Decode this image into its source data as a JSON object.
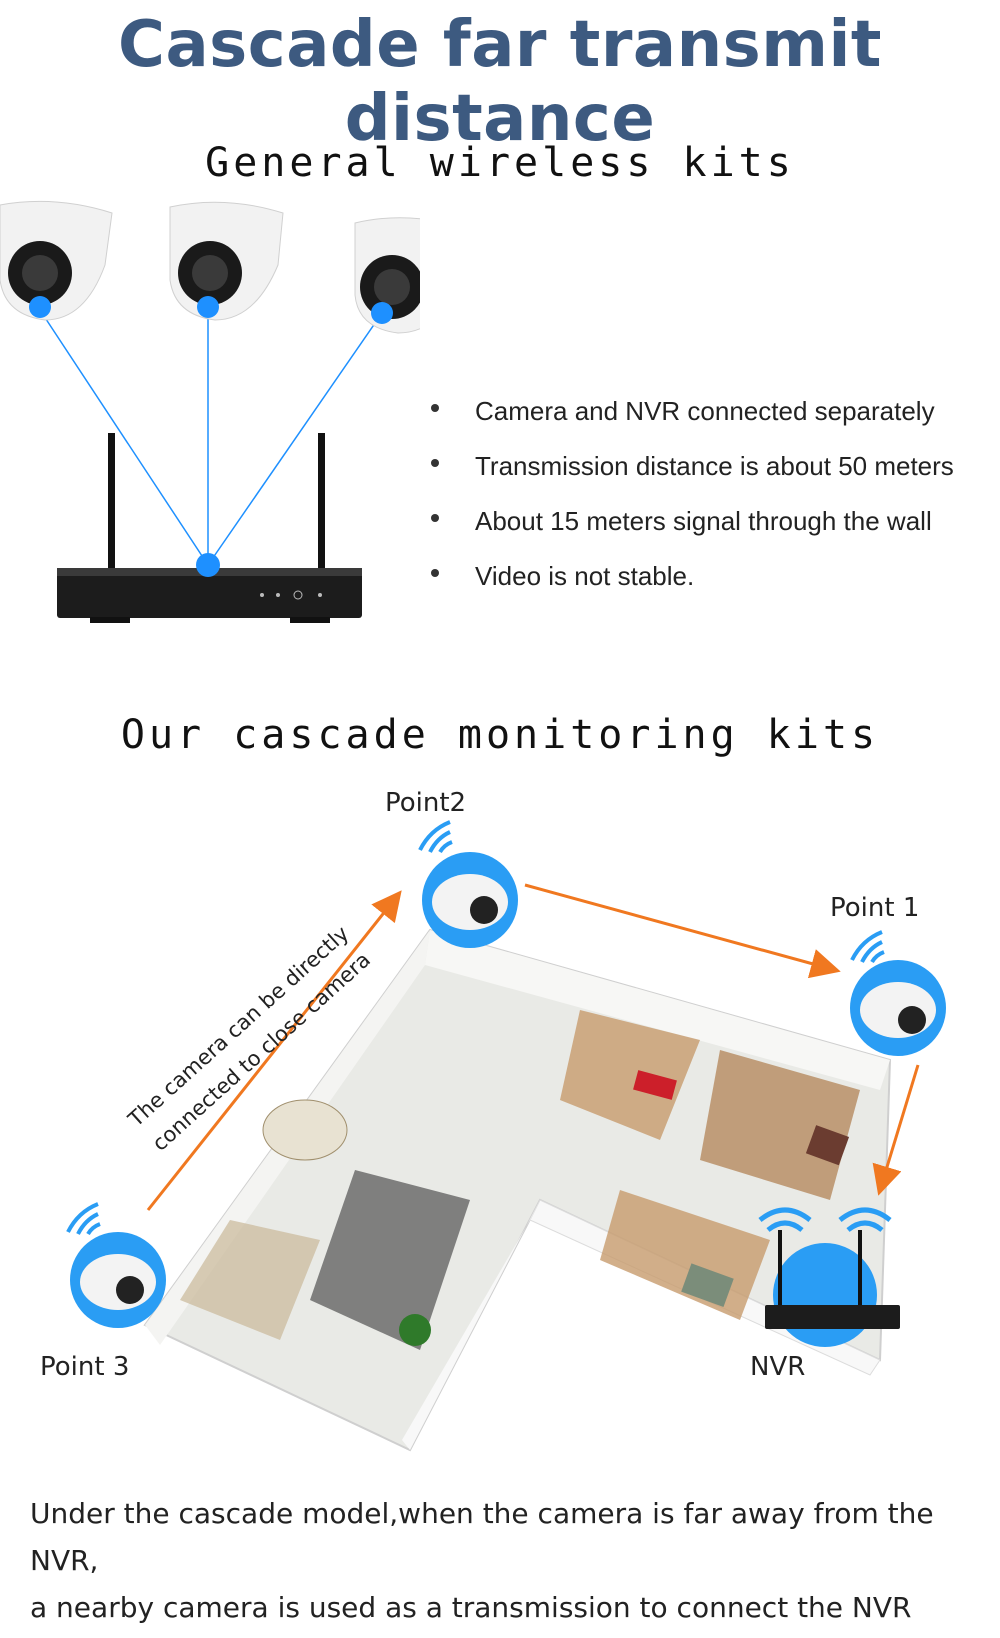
{
  "title": "Cascade far transmit distance",
  "general": {
    "heading": "General wireless kits",
    "bullets": [
      "Camera and NVR connected separately",
      "Transmission distance is about 50 meters",
      "About 15 meters signal through the wall",
      "Video is not stable."
    ]
  },
  "cascade": {
    "heading": "Our cascade monitoring kits",
    "labels": {
      "point1": "Point 1",
      "point2": "Point2",
      "point3": "Point 3",
      "nvr": "NVR"
    },
    "note_line1": "The camera can be directly",
    "note_line2": "connected to close camera"
  },
  "footer": {
    "line1": "Under the cascade model,when the camera is far away from the NVR,",
    "line2": "a nearby camera is used as a transmission to connect the NVR"
  },
  "colors": {
    "title": "#3d5a80",
    "accent_blue": "#1e90ff",
    "arrow_orange": "#f07820",
    "wifi_blue": "#2a9df4"
  }
}
